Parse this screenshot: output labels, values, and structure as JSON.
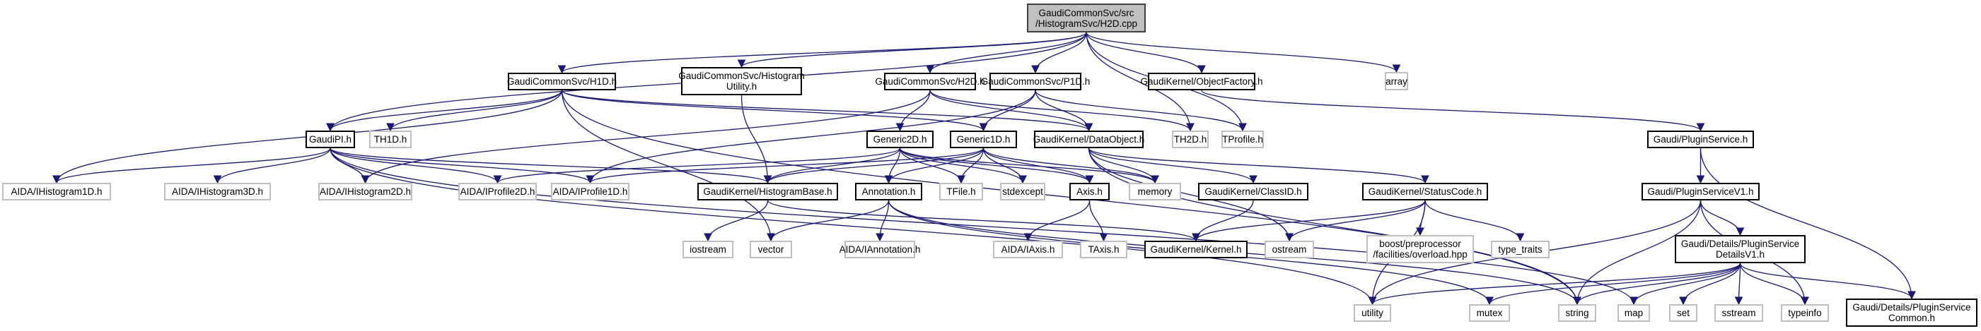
{
  "diagram": {
    "type": "include-dependency-graph",
    "edge_color": "#191970",
    "root_fill": "#bfbfbf",
    "external_border": "#bfbfbf",
    "nodes": [
      {
        "id": "root",
        "label": "GaudiCommonSvc/src\n/HistogramSvc/H2D.cpp",
        "kind": "root"
      },
      {
        "id": "h1d",
        "label": "GaudiCommonSvc/H1D.h",
        "kind": "doc"
      },
      {
        "id": "histutil",
        "label": "GaudiCommonSvc/Histogram\nUtility.h",
        "kind": "doc"
      },
      {
        "id": "h2d",
        "label": "GaudiCommonSvc/H2D.h",
        "kind": "doc"
      },
      {
        "id": "p1d",
        "label": "GaudiCommonSvc/P1D.h",
        "kind": "doc"
      },
      {
        "id": "objfactory",
        "label": "GaudiKernel/ObjectFactory.h",
        "kind": "doc"
      },
      {
        "id": "array",
        "label": "array",
        "kind": "ext"
      },
      {
        "id": "gaudipi",
        "label": "GaudiPI.h",
        "kind": "doc"
      },
      {
        "id": "th1d",
        "label": "TH1D.h",
        "kind": "ext"
      },
      {
        "id": "generic2d",
        "label": "Generic2D.h",
        "kind": "doc"
      },
      {
        "id": "generic1d",
        "label": "Generic1D.h",
        "kind": "doc"
      },
      {
        "id": "dataobject",
        "label": "GaudiKernel/DataObject.h",
        "kind": "doc"
      },
      {
        "id": "th2d",
        "label": "TH2D.h",
        "kind": "ext"
      },
      {
        "id": "tprofile",
        "label": "TProfile.h",
        "kind": "ext"
      },
      {
        "id": "pluginservice",
        "label": "Gaudi/PluginService.h",
        "kind": "doc"
      },
      {
        "id": "ihist1d",
        "label": "AIDA/IHistogram1D.h",
        "kind": "ext"
      },
      {
        "id": "ihist3d",
        "label": "AIDA/IHistogram3D.h",
        "kind": "ext"
      },
      {
        "id": "ihist2d",
        "label": "AIDA/IHistogram2D.h",
        "kind": "ext"
      },
      {
        "id": "iprof2d",
        "label": "AIDA/IProfile2D.h",
        "kind": "ext"
      },
      {
        "id": "iprof1d",
        "label": "AIDA/IProfile1D.h",
        "kind": "ext"
      },
      {
        "id": "histbase",
        "label": "GaudiKernel/HistogramBase.h",
        "kind": "doc"
      },
      {
        "id": "annotation",
        "label": "Annotation.h",
        "kind": "doc"
      },
      {
        "id": "tfile",
        "label": "TFile.h",
        "kind": "ext"
      },
      {
        "id": "stdexcept",
        "label": "stdexcept",
        "kind": "ext"
      },
      {
        "id": "axis",
        "label": "Axis.h",
        "kind": "doc"
      },
      {
        "id": "memory",
        "label": "memory",
        "kind": "ext"
      },
      {
        "id": "classid",
        "label": "GaudiKernel/ClassID.h",
        "kind": "doc"
      },
      {
        "id": "statuscode",
        "label": "GaudiKernel/StatusCode.h",
        "kind": "doc"
      },
      {
        "id": "pluginv1",
        "label": "Gaudi/PluginServiceV1.h",
        "kind": "doc"
      },
      {
        "id": "iostream",
        "label": "iostream",
        "kind": "ext"
      },
      {
        "id": "vector",
        "label": "vector",
        "kind": "ext"
      },
      {
        "id": "iannotation",
        "label": "AIDA/IAnnotation.h",
        "kind": "ext"
      },
      {
        "id": "iaxis",
        "label": "AIDA/IAxis.h",
        "kind": "ext"
      },
      {
        "id": "taxis",
        "label": "TAxis.h",
        "kind": "ext"
      },
      {
        "id": "kernel",
        "label": "GaudiKernel/Kernel.h",
        "kind": "doc"
      },
      {
        "id": "ostream",
        "label": "ostream",
        "kind": "ext"
      },
      {
        "id": "boostoverload",
        "label": "boost/preprocessor\n/facilities/overload.hpp",
        "kind": "ext"
      },
      {
        "id": "typetraits",
        "label": "type_traits",
        "kind": "ext"
      },
      {
        "id": "detailsv1",
        "label": "Gaudi/Details/PluginService\nDetailsV1.h",
        "kind": "doc"
      },
      {
        "id": "utility",
        "label": "utility",
        "kind": "ext"
      },
      {
        "id": "mutex",
        "label": "mutex",
        "kind": "ext"
      },
      {
        "id": "string",
        "label": "string",
        "kind": "ext"
      },
      {
        "id": "map",
        "label": "map",
        "kind": "ext"
      },
      {
        "id": "set",
        "label": "set",
        "kind": "ext"
      },
      {
        "id": "sstream",
        "label": "sstream",
        "kind": "ext"
      },
      {
        "id": "typeinfo",
        "label": "typeinfo",
        "kind": "ext"
      },
      {
        "id": "common",
        "label": "Gaudi/Details/PluginService\nCommon.h",
        "kind": "doc"
      }
    ],
    "edges": [
      [
        "root",
        "h1d"
      ],
      [
        "root",
        "histutil"
      ],
      [
        "root",
        "h2d"
      ],
      [
        "root",
        "p1d"
      ],
      [
        "root",
        "objfactory"
      ],
      [
        "root",
        "array"
      ],
      [
        "root",
        "gaudipi"
      ],
      [
        "root",
        "th2d"
      ],
      [
        "root",
        "tprofile"
      ],
      [
        "h1d",
        "gaudipi"
      ],
      [
        "h1d",
        "th1d"
      ],
      [
        "h1d",
        "generic1d"
      ],
      [
        "h1d",
        "dataobject"
      ],
      [
        "h1d",
        "ihist1d"
      ],
      [
        "h1d",
        "string"
      ],
      [
        "h1d",
        "vector"
      ],
      [
        "histutil",
        "histbase"
      ],
      [
        "h2d",
        "generic2d"
      ],
      [
        "h2d",
        "dataobject"
      ],
      [
        "h2d",
        "th2d"
      ],
      [
        "h2d",
        "ihist2d"
      ],
      [
        "p1d",
        "generic1d"
      ],
      [
        "p1d",
        "dataobject"
      ],
      [
        "p1d",
        "tprofile"
      ],
      [
        "p1d",
        "iprof1d"
      ],
      [
        "objfactory",
        "pluginservice"
      ],
      [
        "gaudipi",
        "ihist1d"
      ],
      [
        "gaudipi",
        "ihist3d"
      ],
      [
        "gaudipi",
        "ihist2d"
      ],
      [
        "gaudipi",
        "iprof2d"
      ],
      [
        "gaudipi",
        "iprof1d"
      ],
      [
        "gaudipi",
        "histbase"
      ],
      [
        "gaudipi",
        "utility"
      ],
      [
        "gaudipi",
        "map"
      ],
      [
        "generic2d",
        "histbase"
      ],
      [
        "generic2d",
        "annotation"
      ],
      [
        "generic2d",
        "tfile"
      ],
      [
        "generic2d",
        "stdexcept"
      ],
      [
        "generic2d",
        "axis"
      ],
      [
        "generic2d",
        "memory"
      ],
      [
        "generic2d",
        "iprof2d"
      ],
      [
        "generic1d",
        "histbase"
      ],
      [
        "generic1d",
        "annotation"
      ],
      [
        "generic1d",
        "tfile"
      ],
      [
        "generic1d",
        "stdexcept"
      ],
      [
        "generic1d",
        "axis"
      ],
      [
        "generic1d",
        "memory"
      ],
      [
        "generic1d",
        "iprof1d"
      ],
      [
        "dataobject",
        "classid"
      ],
      [
        "dataobject",
        "statuscode"
      ],
      [
        "dataobject",
        "memory"
      ],
      [
        "dataobject",
        "ostream"
      ],
      [
        "dataobject",
        "string"
      ],
      [
        "pluginservice",
        "pluginv1"
      ],
      [
        "pluginservice",
        "common"
      ],
      [
        "histbase",
        "iostream"
      ],
      [
        "histbase",
        "kernel"
      ],
      [
        "annotation",
        "iannotation"
      ],
      [
        "annotation",
        "vector"
      ],
      [
        "annotation",
        "mutex"
      ],
      [
        "annotation",
        "string"
      ],
      [
        "axis",
        "iaxis"
      ],
      [
        "axis",
        "taxis"
      ],
      [
        "classid",
        "kernel"
      ],
      [
        "statuscode",
        "kernel"
      ],
      [
        "statuscode",
        "ostream"
      ],
      [
        "statuscode",
        "utility"
      ],
      [
        "statuscode",
        "boostoverload"
      ],
      [
        "statuscode",
        "typetraits"
      ],
      [
        "pluginv1",
        "detailsv1"
      ],
      [
        "pluginv1",
        "string"
      ],
      [
        "pluginv1",
        "typeinfo"
      ],
      [
        "pluginv1",
        "utility"
      ],
      [
        "detailsv1",
        "utility"
      ],
      [
        "detailsv1",
        "mutex"
      ],
      [
        "detailsv1",
        "string"
      ],
      [
        "detailsv1",
        "map"
      ],
      [
        "detailsv1",
        "set"
      ],
      [
        "detailsv1",
        "sstream"
      ],
      [
        "detailsv1",
        "typeinfo"
      ],
      [
        "detailsv1",
        "common"
      ]
    ]
  }
}
